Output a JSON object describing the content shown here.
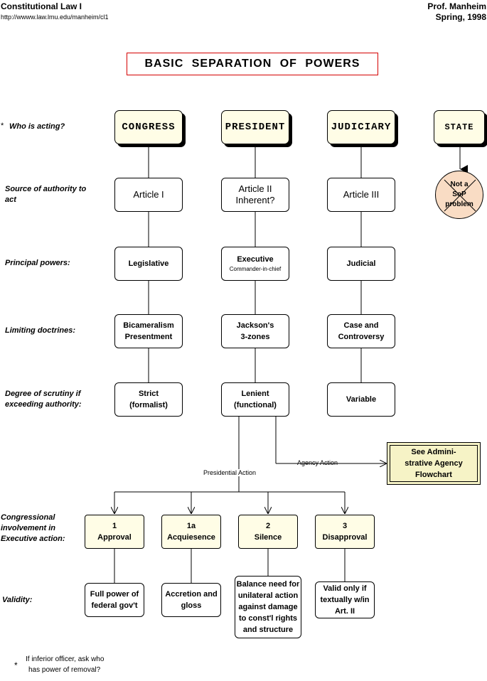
{
  "header": {
    "course": "Constitutional Law I",
    "url": "http://wwww.law.lmu.edu/manheim/cl1",
    "professor": "Prof. Manheim",
    "term": "Spring, 1998"
  },
  "title": "BASIC SEPARATION OF POWERS",
  "rows": {
    "who_marker": "*",
    "who": "Who is acting?",
    "source": "Source of authority to act",
    "powers": "Principal powers:",
    "limiting": "Limiting doctrines:",
    "scrutiny": "Degree of scrutiny if exceeding authority:",
    "congressional": "Congressional involvement in Executive action:",
    "validity": "Validity:"
  },
  "actors": {
    "congress": "CONGRESS",
    "president": "PRESIDENT",
    "judiciary": "JUDICIARY",
    "state": "STATE"
  },
  "state_result": {
    "line1": "Not a",
    "line2": "SoP",
    "line3": "problem"
  },
  "congress": {
    "source": "Article I",
    "powers": "Legislative",
    "limiting1": "Bicameralism",
    "limiting2": "Presentment",
    "scrutiny1": "Strict",
    "scrutiny2": "(formalist)"
  },
  "president": {
    "source1": "Article II",
    "source2": "Inherent?",
    "powers1": "Executive",
    "powers2": "Commander-in-chief",
    "limiting1": "Jackson's",
    "limiting2": "3-zones",
    "scrutiny1": "Lenient",
    "scrutiny2": "(functional)"
  },
  "judiciary": {
    "source": "Article III",
    "powers": "Judicial",
    "limiting1": "Case and",
    "limiting2": "Controversy",
    "scrutiny": "Variable"
  },
  "flow": {
    "presidential_action": "Presidential Action",
    "agency_action": "Agency Action",
    "agency_box1": "See Admini-",
    "agency_box2": "strative Agency",
    "agency_box3": "Flowchart"
  },
  "involvement": [
    {
      "num": "1",
      "label": "Approval"
    },
    {
      "num": "1a",
      "label": "Acquiesence"
    },
    {
      "num": "2",
      "label": "Silence"
    },
    {
      "num": "3",
      "label": "Disapproval"
    }
  ],
  "validity": [
    [
      "Full power of",
      "federal gov't"
    ],
    [
      "Accretion and",
      "gloss"
    ],
    [
      "Balance need for",
      "unilateral action",
      "against damage",
      "to const'l rights",
      "and structure"
    ],
    [
      "Valid only if",
      "textually w/in",
      "Art. II"
    ]
  ],
  "footnote": {
    "marker": "*",
    "line1": "If inferior officer, ask who",
    "line2": "has power of removal?"
  }
}
